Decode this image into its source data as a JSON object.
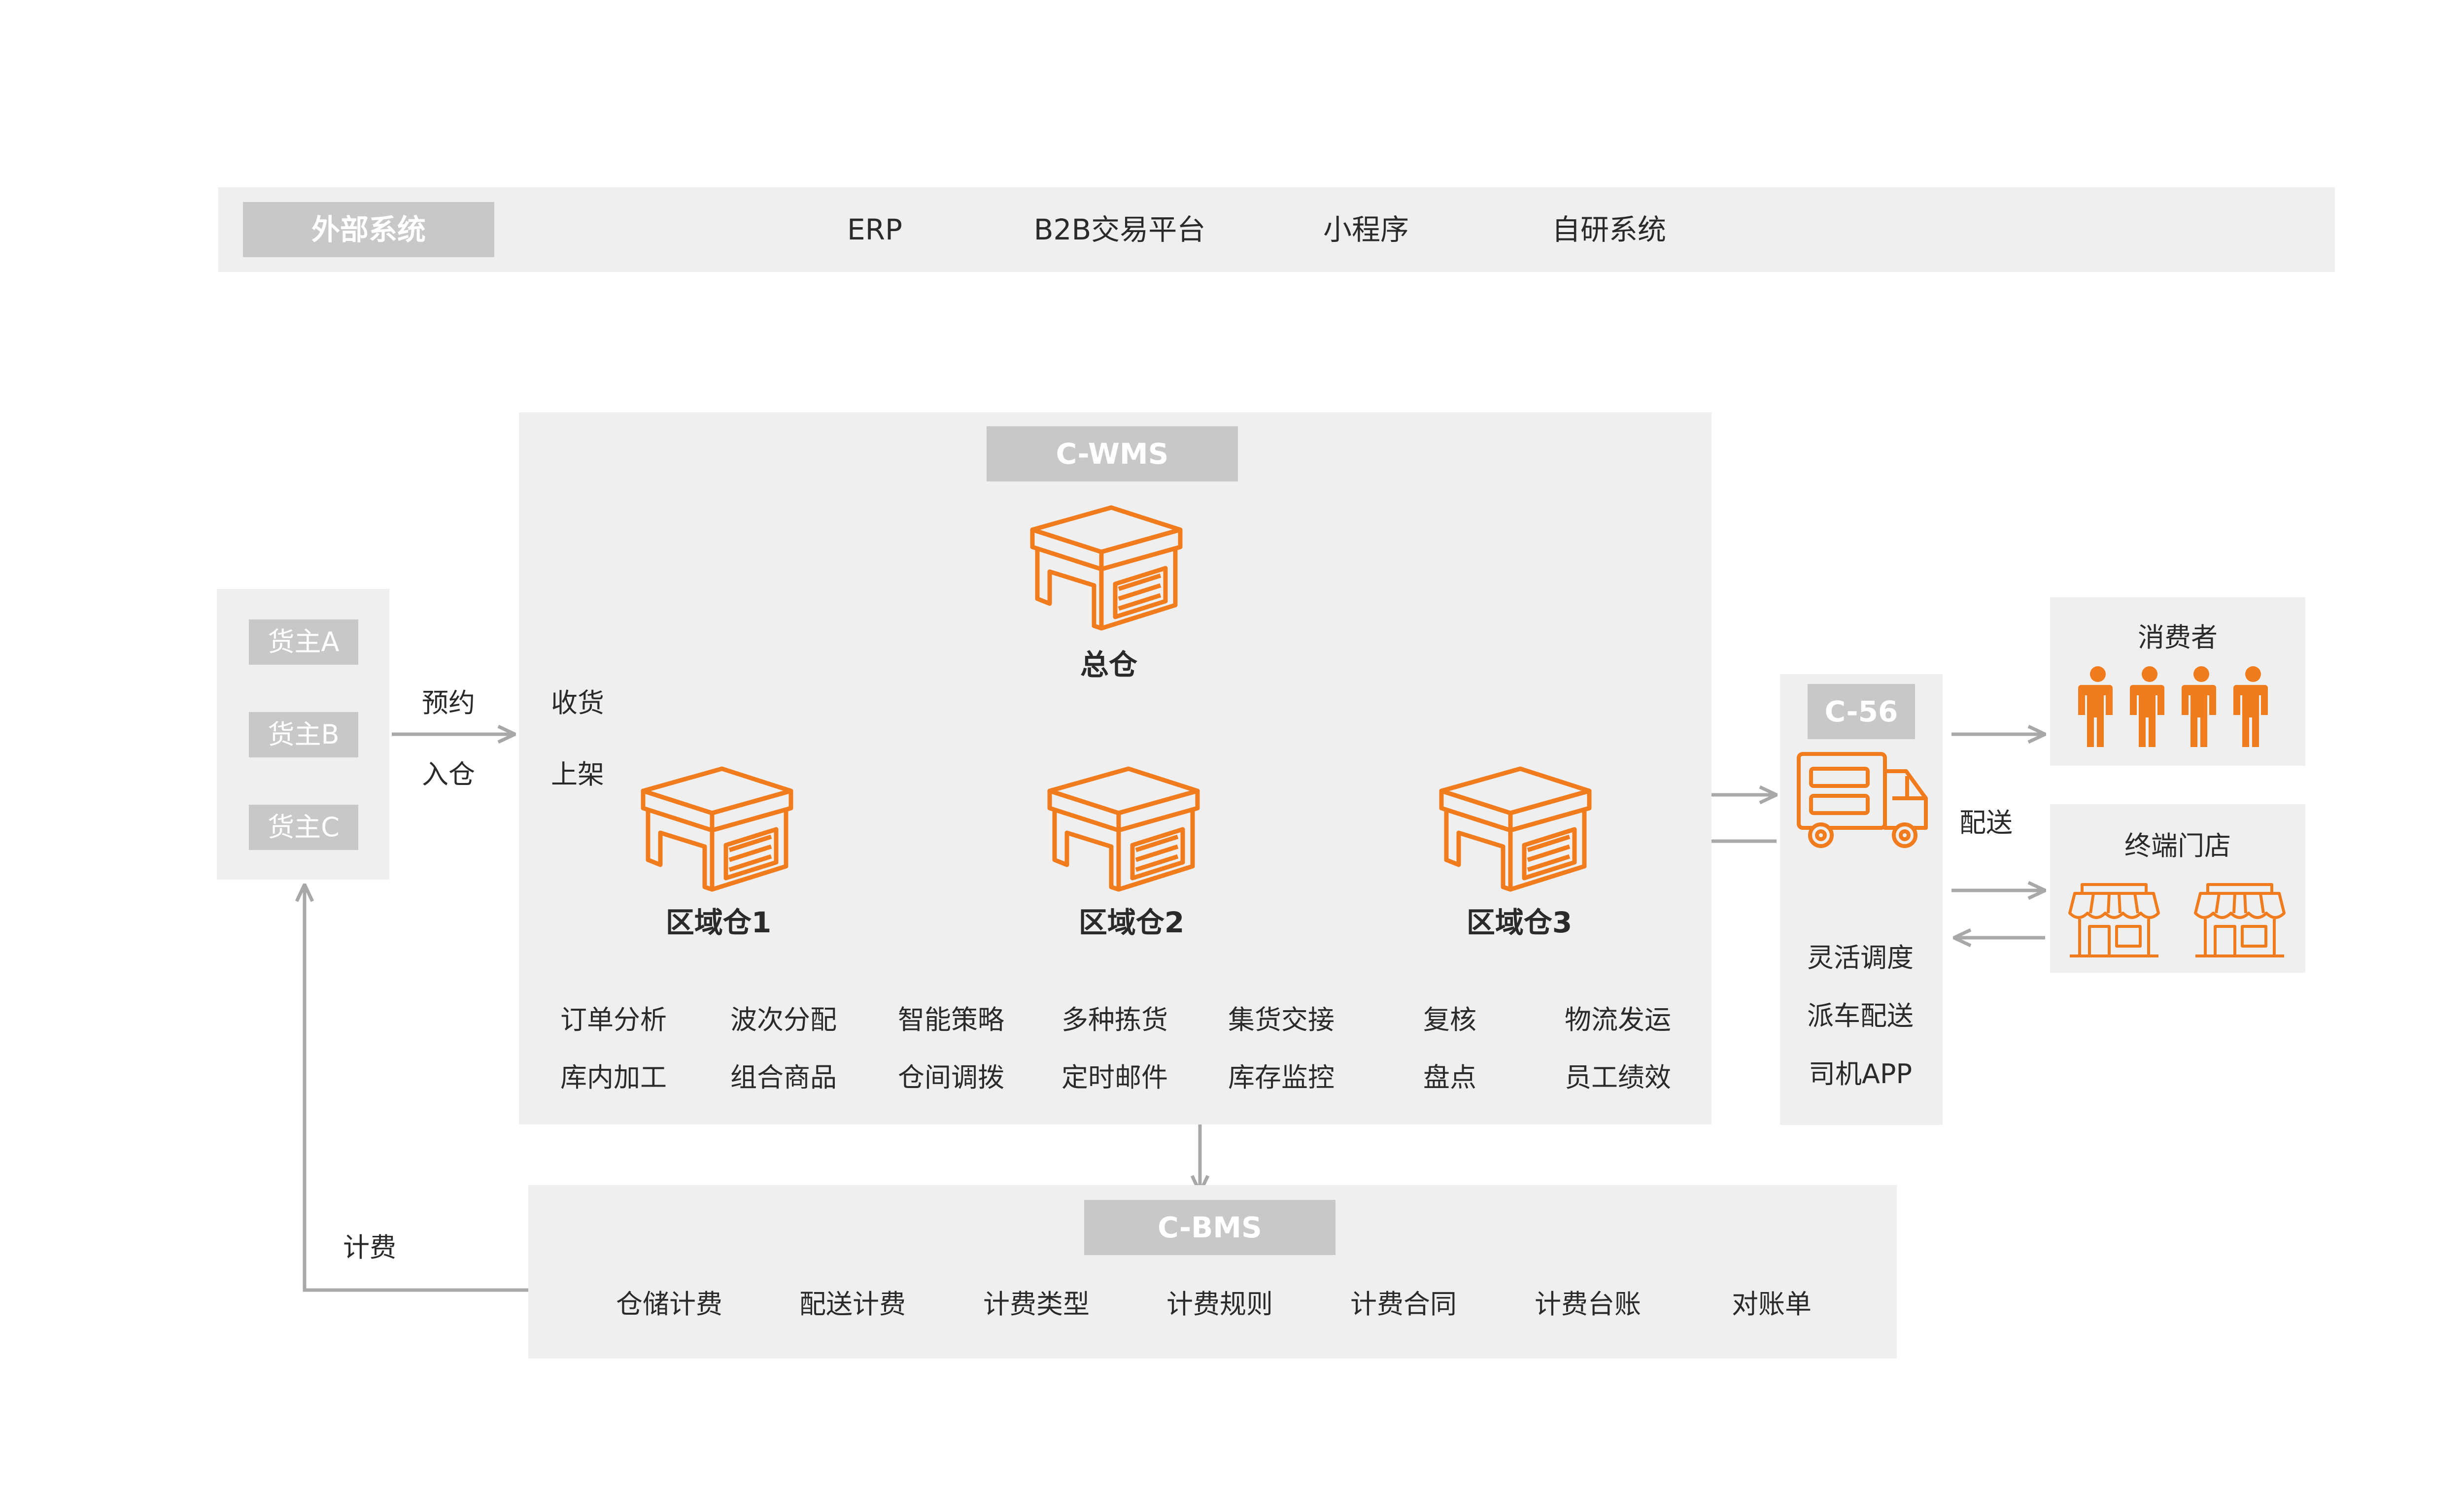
{
  "external": {
    "tag": "外部系统",
    "items": [
      "ERP",
      "B2B交易平台",
      "小程序",
      "自研系统"
    ]
  },
  "owners": [
    "货主A",
    "货主B",
    "货主C"
  ],
  "inbound": {
    "reserve": "预约",
    "enter": "入仓",
    "receive": "收货",
    "shelve": "上架"
  },
  "wms": {
    "tag": "C-WMS",
    "main_warehouse": "总仓",
    "regional": [
      "区域仓1",
      "区域仓2",
      "区域仓3"
    ],
    "features_row1": [
      "订单分析",
      "波次分配",
      "智能策略",
      "多种拣货",
      "集货交接",
      "复核",
      "物流发运"
    ],
    "features_row2": [
      "库内加工",
      "组合商品",
      "仓间调拨",
      "定时邮件",
      "库存监控",
      "盘点",
      "员工绩效"
    ]
  },
  "delivery": {
    "tag": "C-56",
    "features": [
      "灵活调度",
      "派车配送",
      "司机APP"
    ],
    "label": "配送"
  },
  "consumers": {
    "title": "消费者"
  },
  "stores": {
    "title": "终端门店"
  },
  "bms": {
    "tag": "C-BMS",
    "items": [
      "仓储计费",
      "配送计费",
      "计费类型",
      "计费规则",
      "计费合同",
      "计费台账",
      "对账单"
    ],
    "billing_label": "计费"
  },
  "colors": {
    "accent": "#f07c1e",
    "panel": "#efefef",
    "tag": "#c8c8c9",
    "arrow": "#a8a8a8"
  }
}
